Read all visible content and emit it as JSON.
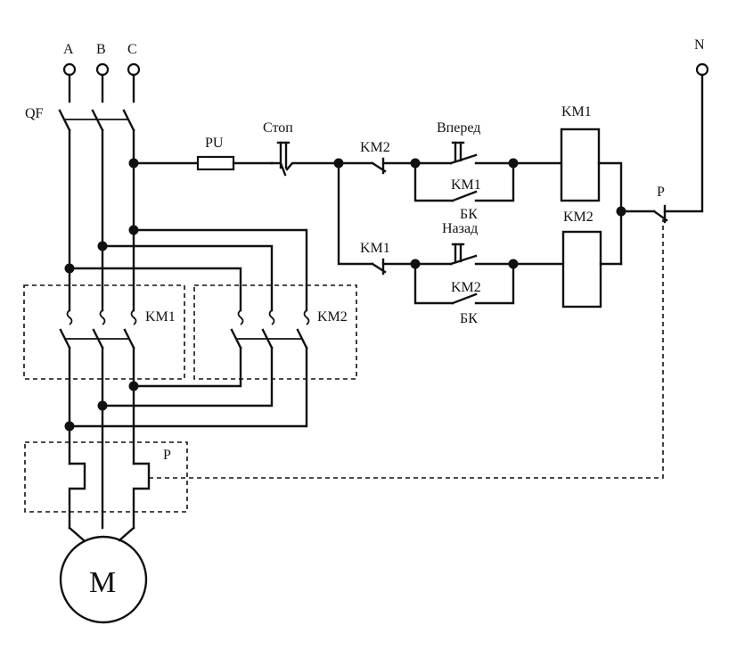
{
  "labels": {
    "phase_a": "A",
    "phase_b": "B",
    "phase_c": "C",
    "neutral": "N",
    "breaker": "QF",
    "fuse": "PU",
    "stop": "Стоп",
    "forward": "Вперед",
    "backward": "Назад",
    "km1": "KM1",
    "km2": "KM2",
    "interlock": "БК",
    "relay": "P",
    "motor": "M"
  }
}
